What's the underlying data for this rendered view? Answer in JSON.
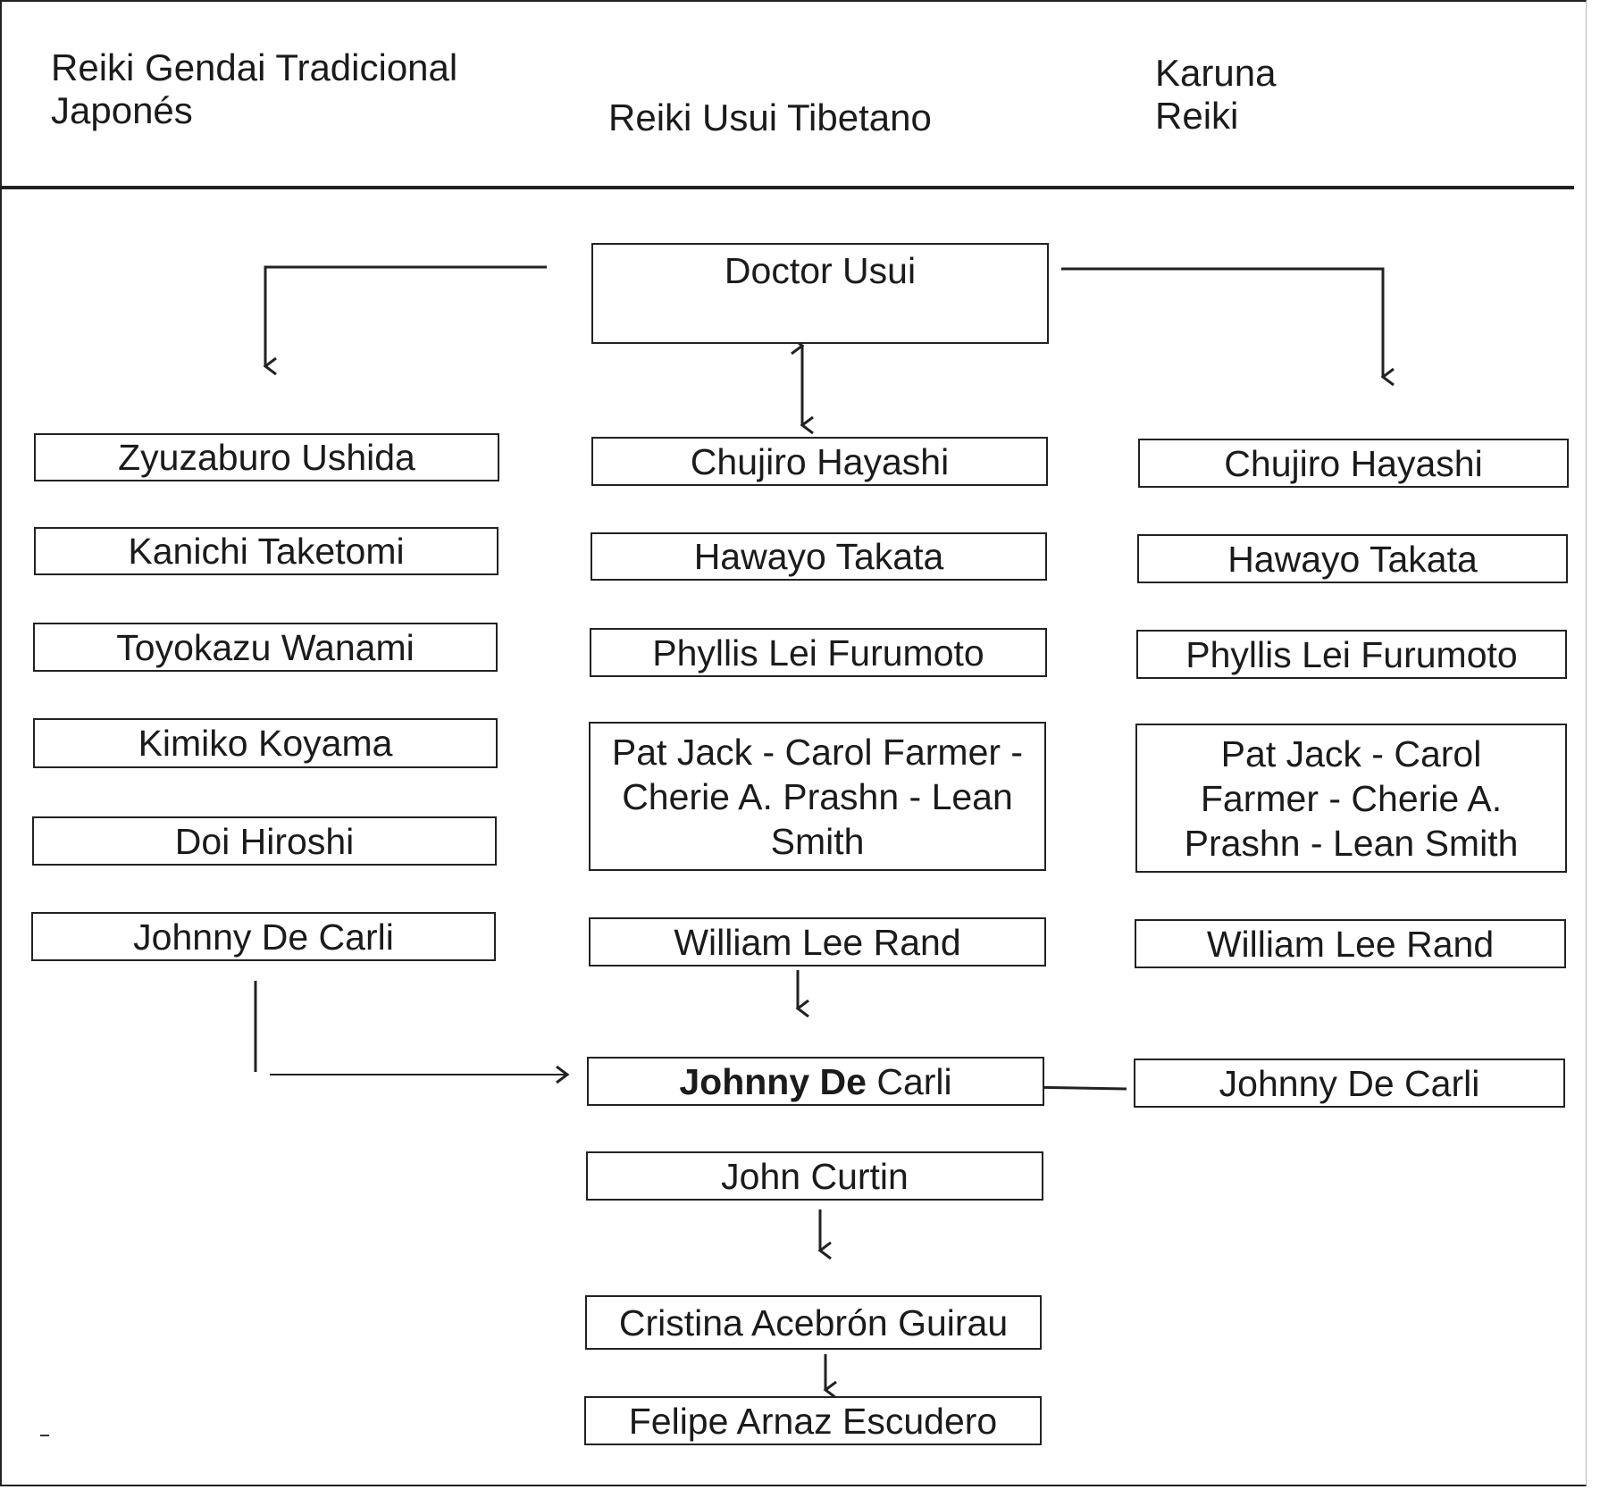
{
  "columns": {
    "left": "Reiki Gendai Tradicional\nJaponés",
    "center": "Reiki Usui Tibetano",
    "right": "Karuna\nReiki"
  },
  "root": "Doctor Usui",
  "left_chain": [
    "Zyuzaburo Ushida",
    "Kanichi Taketomi",
    "Toyokazu Wanami",
    "Kimiko Koyama",
    "Doi Hiroshi",
    "Johnny De Carli"
  ],
  "center_chain": [
    "Chujiro Hayashi",
    "Hawayo Takata",
    "Phyllis Lei Furumoto",
    "Pat Jack - Carol Farmer - Cherie A. Prashn - Lean Smith",
    "William Lee Rand"
  ],
  "right_chain": [
    "Chujiro Hayashi",
    "Hawayo Takata",
    "Phyllis Lei Furumoto",
    "Pat Jack - Carol Farmer - Cherie A. Prashn - Lean Smith",
    "William Lee Rand",
    "Johnny De Carli"
  ],
  "merge_node": {
    "bold": "Johnny De",
    "rest": " Carli"
  },
  "lower_chain": [
    "John Curtin",
    "Cristina Acebrón Guirau",
    "Felipe Arnaz Escudero"
  ]
}
